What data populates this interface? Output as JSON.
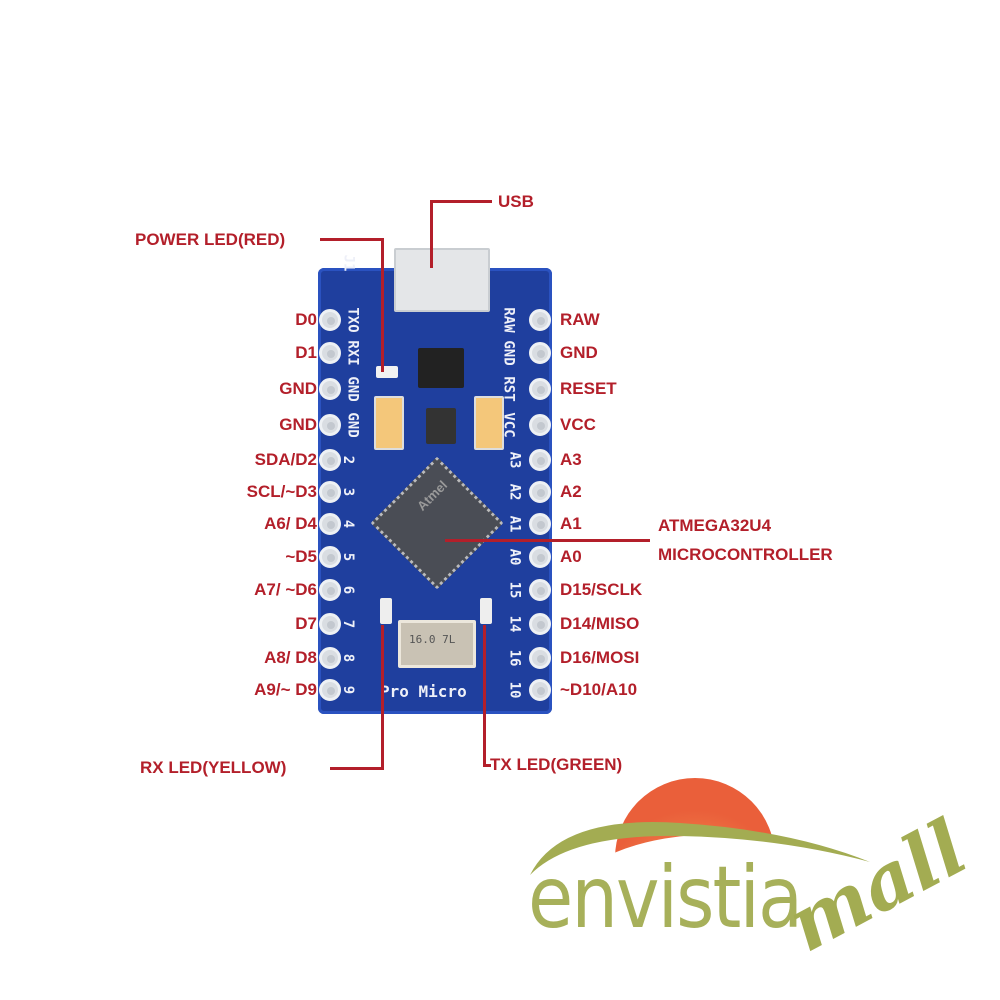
{
  "callouts": {
    "usb": "USB",
    "power_led": "POWER LED(RED)",
    "mcu_line1": "ATMEGA32U4",
    "mcu_line2": "MICROCONTROLLER",
    "rx_led": "RX LED(YELLOW)",
    "tx_led": "TX LED(GREEN)"
  },
  "left_pins": [
    "D0",
    "D1",
    "GND",
    "GND",
    "SDA/D2",
    "SCL/~D3",
    "A6/ D4",
    "~D5",
    "A7/ ~D6",
    "D7",
    "A8/ D8",
    "A9/~ D9"
  ],
  "right_pins": [
    "RAW",
    "GND",
    "RESET",
    "VCC",
    "A3",
    "A2",
    "A1",
    "A0",
    "D15/SCLK",
    "D14/MISO",
    "D16/MOSI",
    "~D10/A10"
  ],
  "board": {
    "name": "Pro Micro",
    "left_silk": [
      "J1",
      "TXO",
      "RXI",
      "GND",
      "GND",
      "2",
      "3",
      "4",
      "5",
      "6",
      "7",
      "8",
      "9"
    ],
    "right_silk": [
      "RAW",
      "GND",
      "RST",
      "VCC",
      "A3",
      "A2",
      "A1",
      "A0",
      "15",
      "14",
      "16",
      "10"
    ],
    "chip_brand": "Atmel",
    "crystal_text": "16.0 7L"
  },
  "logo": {
    "word": "envistia",
    "script": "mall"
  },
  "colors": {
    "label": "#b31f2a",
    "board": "#1f3f9e",
    "logo_green": "#a3ac52",
    "logo_sun": "#ee6a3f"
  }
}
